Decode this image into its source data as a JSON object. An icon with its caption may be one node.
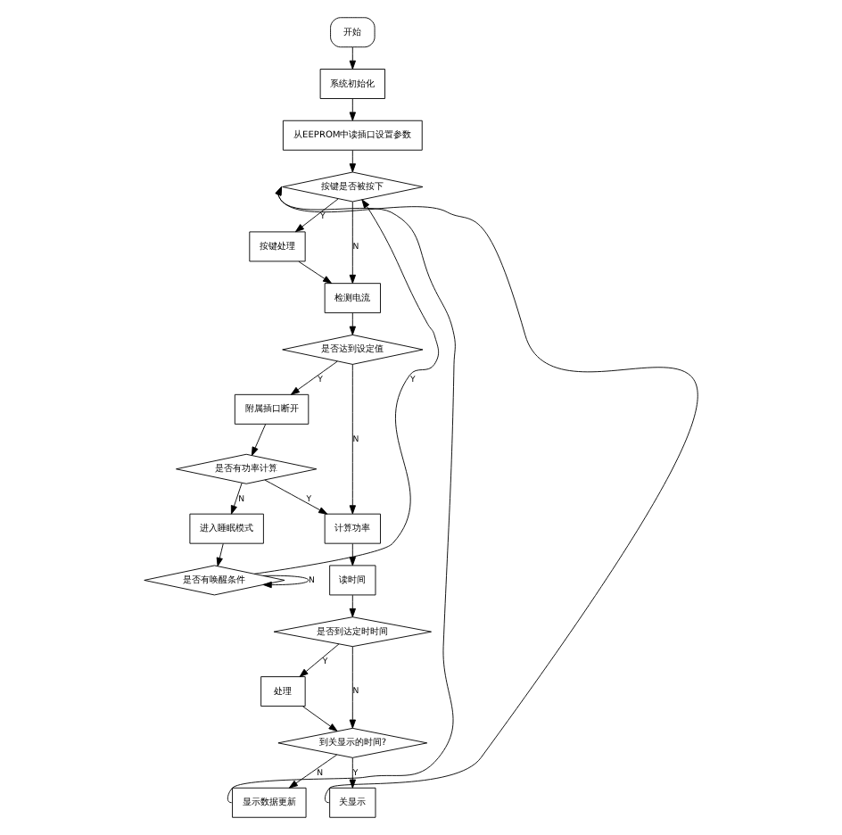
{
  "diagram": {
    "nodes": [
      {
        "text": [
          "开始"
        ]
      },
      {
        "text": [
          "系统初始化"
        ]
      },
      {
        "text": [
          "从EEPROM中读插口设置参数"
        ]
      },
      {
        "text": [
          "按键是否被按下"
        ]
      },
      {
        "text": [
          "按键处理"
        ]
      },
      {
        "text": [
          "检测电流"
        ]
      },
      {
        "text": [
          "是否达到设定值"
        ]
      },
      {
        "text": [
          "附属插口断开"
        ]
      },
      {
        "text": [
          "是否有功率计算"
        ]
      },
      {
        "text": [
          "进入睡眠模式"
        ]
      },
      {
        "text": [
          "是否有唤醒条件"
        ]
      },
      {
        "text": [
          "计算功率"
        ]
      },
      {
        "text": [
          "读时间"
        ]
      },
      {
        "text": [
          "是否到达定时时间"
        ]
      },
      {
        "text": [
          "处理"
        ]
      },
      {
        "text": [
          "到关显示的时间?"
        ]
      },
      {
        "text": [
          "显示数据更新"
        ]
      },
      {
        "text": [
          "关显示"
        ]
      }
    ],
    "edges": [
      {
        "from": 0,
        "to": 1,
        "arrow": "to"
      },
      {
        "from": 1,
        "to": 2,
        "arrow": "to"
      },
      {
        "from": 2,
        "to": 3,
        "arrow": "to"
      },
      {
        "from": 3,
        "to": 4,
        "arrow": "to",
        "label": "Y"
      },
      {
        "from": 4,
        "to": 5,
        "arrow": "to"
      },
      {
        "from": 3,
        "to": 5,
        "arrow": "to",
        "label": "N"
      },
      {
        "from": 5,
        "to": 6,
        "arrow": "to"
      },
      {
        "from": 6,
        "to": 7,
        "arrow": "to",
        "label": "Y"
      },
      {
        "from": 6,
        "to": 11,
        "arrow": "to",
        "label": "N"
      },
      {
        "from": 7,
        "to": 8,
        "arrow": "to"
      },
      {
        "from": 8,
        "to": 9,
        "arrow": "to",
        "label": "N"
      },
      {
        "from": 8,
        "to": 11,
        "arrow": "to",
        "label": "Y"
      },
      {
        "from": 9,
        "to": 10,
        "arrow": "to"
      },
      {
        "from": 10,
        "to": 3,
        "arrow": "to",
        "label": "Y"
      },
      {
        "from": 10,
        "to": 10,
        "arrow": "to",
        "label": "N"
      },
      {
        "from": 11,
        "to": 12,
        "arrow": "to"
      },
      {
        "from": 12,
        "to": 13,
        "arrow": "to"
      },
      {
        "from": 13,
        "to": 14,
        "arrow": "to",
        "label": "Y"
      },
      {
        "from": 14,
        "to": 15,
        "arrow": "to"
      },
      {
        "from": 13,
        "to": 15,
        "arrow": "to",
        "label": "N"
      },
      {
        "from": 15,
        "to": 16,
        "arrow": "to",
        "label": "N"
      },
      {
        "from": 16,
        "to": 3,
        "arrow": "to"
      },
      {
        "from": 15,
        "to": 17,
        "arrow": "to",
        "label": "Y"
      },
      {
        "from": 17,
        "to": 3,
        "arrow": "to"
      }
    ]
  }
}
